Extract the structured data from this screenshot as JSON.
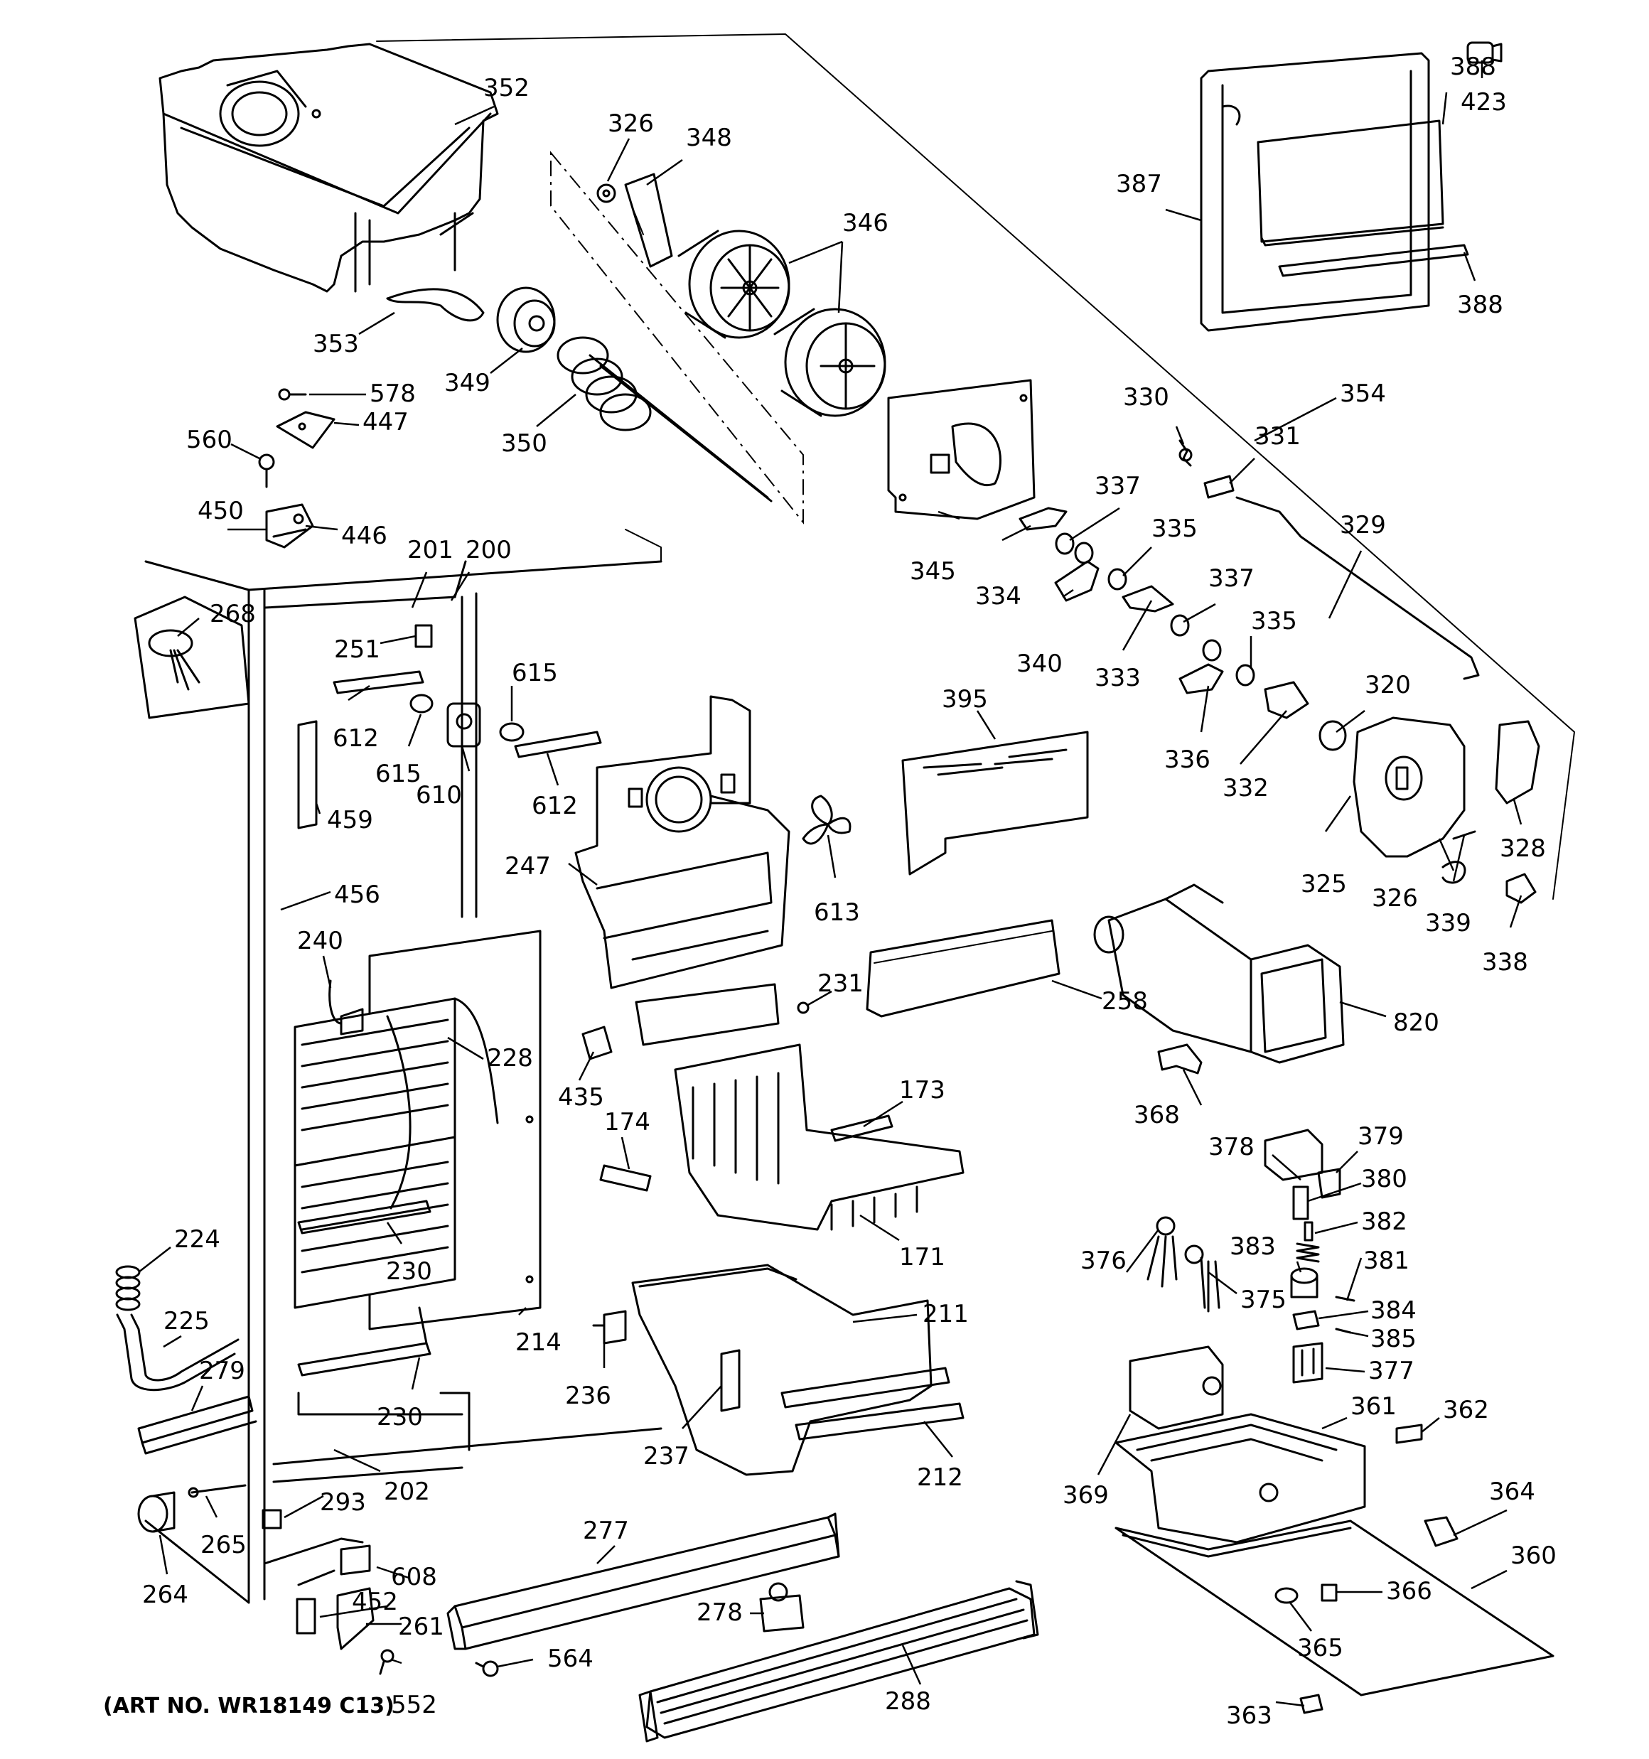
{
  "art_number": "(ART NO. WR18149 C13)",
  "callouts": [
    "352",
    "326",
    "348",
    "346",
    "388",
    "423",
    "387",
    "388",
    "353",
    "349",
    "350",
    "578",
    "447",
    "560",
    "450",
    "446",
    "201",
    "200",
    "268",
    "251",
    "615",
    "612",
    "615",
    "610",
    "612",
    "459",
    "456",
    "240",
    "228",
    "230",
    "230",
    "214",
    "224",
    "225",
    "279",
    "202",
    "293",
    "265",
    "264",
    "608",
    "452",
    "261",
    "552",
    "354",
    "330",
    "331",
    "337",
    "335",
    "329",
    "345",
    "334",
    "340",
    "333",
    "337",
    "335",
    "336",
    "320",
    "332",
    "325",
    "328",
    "326",
    "339",
    "338",
    "395",
    "247",
    "613",
    "231",
    "258",
    "820",
    "435",
    "173",
    "174",
    "171",
    "368",
    "378",
    "379",
    "380",
    "382",
    "381",
    "376",
    "383",
    "375",
    "384",
    "385",
    "377",
    "211",
    "236",
    "237",
    "212",
    "361",
    "362",
    "369",
    "364",
    "360",
    "366",
    "365",
    "363",
    "277",
    "278",
    "564",
    "288"
  ]
}
